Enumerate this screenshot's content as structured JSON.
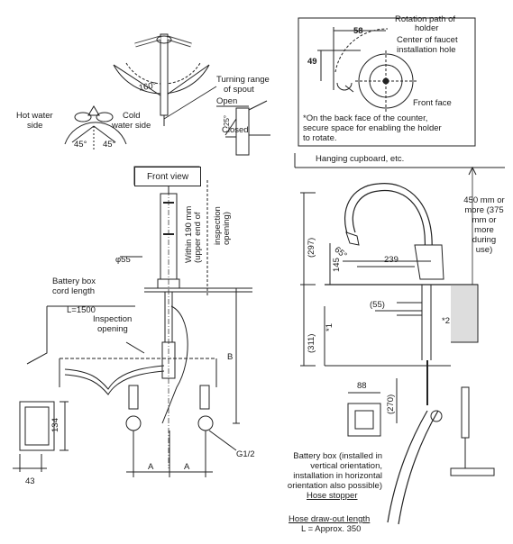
{
  "spout_turning": {
    "angle": "160°",
    "label": [
      "Turning range",
      "of spout"
    ]
  },
  "lever": {
    "hot_label": [
      "Hot water",
      "side"
    ],
    "cold_label": [
      "Cold",
      "water side"
    ],
    "angle_left": "45°",
    "angle_right": "45°",
    "open": "Open",
    "closed": "Closed",
    "tilt_angle": "25°"
  },
  "holder_detail": {
    "rotation_path": [
      "Rotation path of",
      "holder"
    ],
    "center": [
      "Center of faucet",
      "installation hole"
    ],
    "dim_width": "58",
    "dim_height": "49",
    "front_face": "Front face",
    "note": [
      "*On the back face of the counter,",
      "secure space for enabling the holder",
      "to rotate."
    ]
  },
  "hanging_cupboard": "Hanging cupboard, etc.",
  "clearance": [
    "450 mm or",
    "more (375",
    "mm or",
    "more",
    "during",
    "use)"
  ],
  "front_view": {
    "title": "Front view",
    "within": [
      "Within 190 mm",
      "(upper end of",
      "inspection",
      "opening)"
    ],
    "phi": "φ55",
    "battery_cord": [
      "Battery box",
      "cord length"
    ],
    "cord_L": "L=1500",
    "inspection": [
      "Inspection",
      "opening"
    ],
    "dim_B": "B",
    "dim_134": "134",
    "dim_43": "43",
    "dim_A1": "A",
    "dim_A2": "A",
    "thread": "G1/2"
  },
  "side_view": {
    "dim_297": "(297)",
    "dim_145": "145",
    "angle_65": "65°",
    "dim_239": "239",
    "dim_55": "(55)",
    "dim_311": "(311)",
    "star1": "*1",
    "star2": "*2",
    "dim_270": "(270)",
    "dim_88": "88"
  },
  "battery_box_note": [
    "Battery box (installed in",
    "vertical orientation,",
    "installation in horizontal",
    "orientation also possible)"
  ],
  "hose_stopper": "Hose stopper",
  "hose_length": [
    "Hose draw-out length",
    "L = Approx. 350"
  ]
}
